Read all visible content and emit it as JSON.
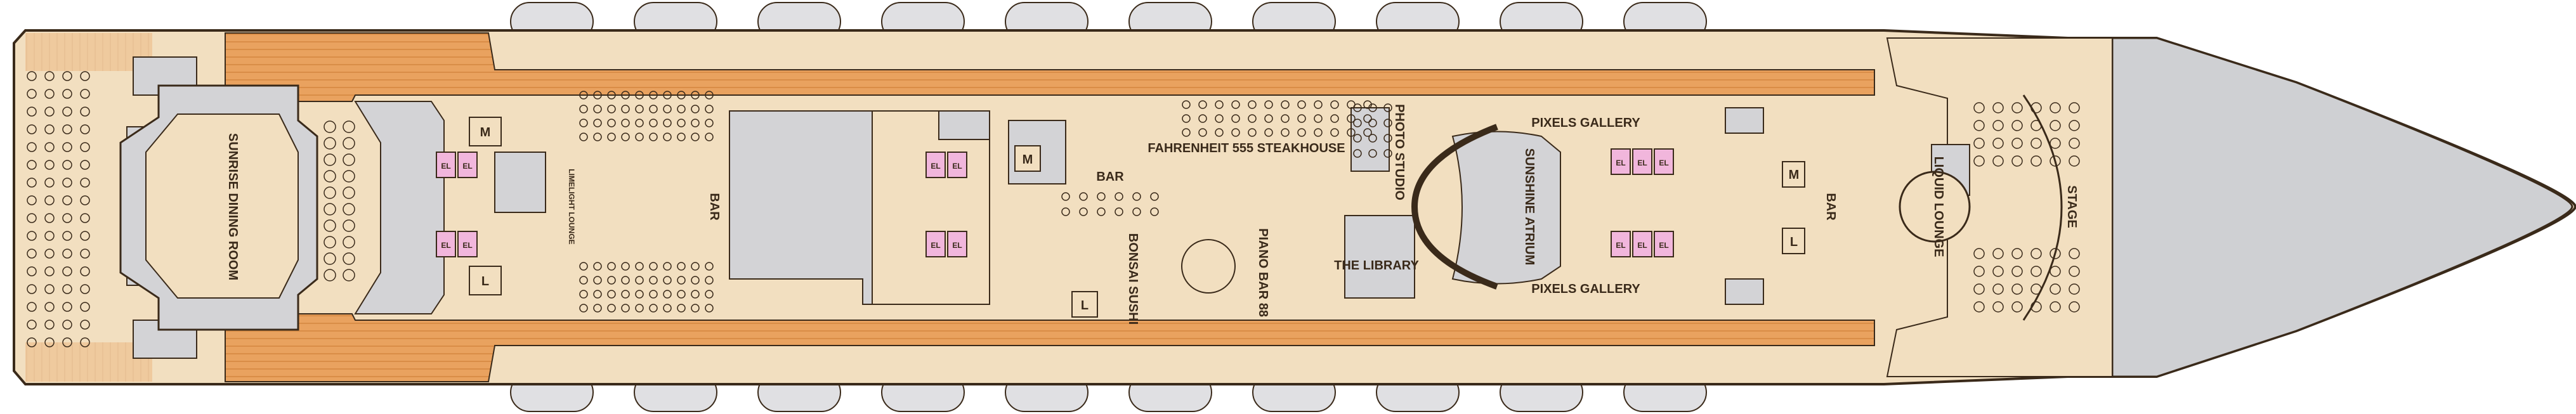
{
  "venues": {
    "sunrise_dining_room": "SUNRISE DINING ROOM",
    "limelight_lounge": "LIMELIGHT LOUNGE",
    "bar_left": "BAR",
    "bar_mid": "BAR",
    "fahrenheit": "FAHRENHEIT 555 STEAKHOUSE",
    "photo_studio": "PHOTO STUDIO",
    "bonsai_sushi": "BONSAI SUSHI",
    "piano_bar": "PIANO BAR 88",
    "the_library": "THE LIBRARY",
    "pixels_gallery_top": "PIXELS GALLERY",
    "pixels_gallery_bottom": "PIXELS GALLERY",
    "sunshine_atrium": "SUNSHINE ATRIUM",
    "bar_right": "BAR",
    "liquid_lounge": "LIQUID LOUNGE",
    "stage": "STAGE"
  },
  "markers": {
    "elevator": "EL",
    "mens": "M",
    "ladies": "L"
  },
  "colors": {
    "deck_floor": "#f2dfc0",
    "teak_deck": "#e8a060",
    "hull_outline": "#3a2a1a",
    "service_area": "#d3d3d6",
    "elevator": "#f1b6dc",
    "stage_area": "#cfd0d3",
    "lifeboat": "#e0e0e3"
  }
}
